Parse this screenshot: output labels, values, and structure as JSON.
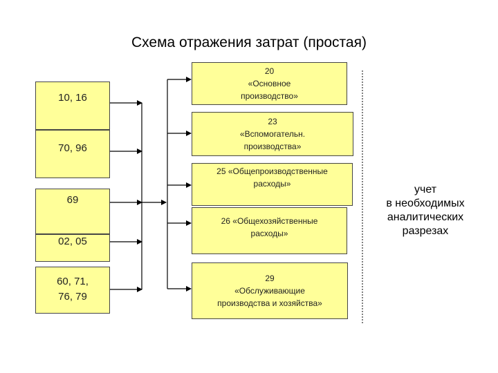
{
  "title": "Схема отражения затрат (простая)",
  "source_accounts": [
    {
      "label": "10, 16"
    },
    {
      "label": "70, 96"
    },
    {
      "label": "69"
    },
    {
      "label": "02, 05"
    },
    {
      "label": "60, 71,\n76, 79"
    }
  ],
  "target_accounts": [
    {
      "label": "20\n«Основное\nпроизводство»"
    },
    {
      "label": "23\n«Вспомогательн.\nпроизводства»"
    },
    {
      "label": "25 «Общепроизводственные\nрасходы»"
    },
    {
      "label": "26 «Общехозяйственные\nрасходы»"
    },
    {
      "label": "29\n«Обслуживающие\nпроизводства и хозяйства»"
    }
  ],
  "side_note": "учет\nв необходимых\nаналитических\nразрезах"
}
